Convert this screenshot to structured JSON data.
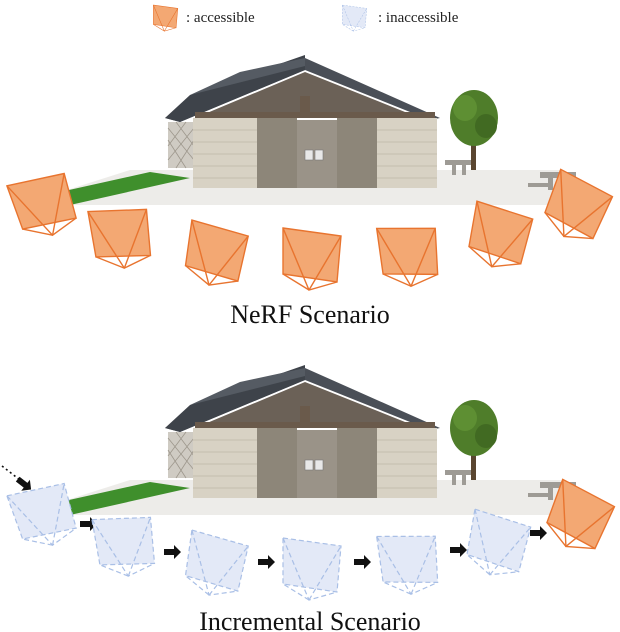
{
  "legend": {
    "accessible_label": ": accessible",
    "inaccessible_label": ": inaccessible"
  },
  "captions": {
    "nerf": "NeRF Scenario",
    "incremental": "Incremental Scenario"
  },
  "colors": {
    "accessible_stroke": "#e8742f",
    "accessible_fill": "#f3a873",
    "inaccessible_stroke": "#a9bfe6",
    "inaccessible_fill": "#e3e9f7",
    "roof": "#4a4f57",
    "wall": "#d8d2c4",
    "grass": "#3f8f2c",
    "tree": "#4f7d2a",
    "arrow": "#111111"
  },
  "icons": {
    "camera": "camera-frustum-icon",
    "arrow": "arrow-right-icon",
    "building": "building-scene-image",
    "tree": "tree-image"
  }
}
